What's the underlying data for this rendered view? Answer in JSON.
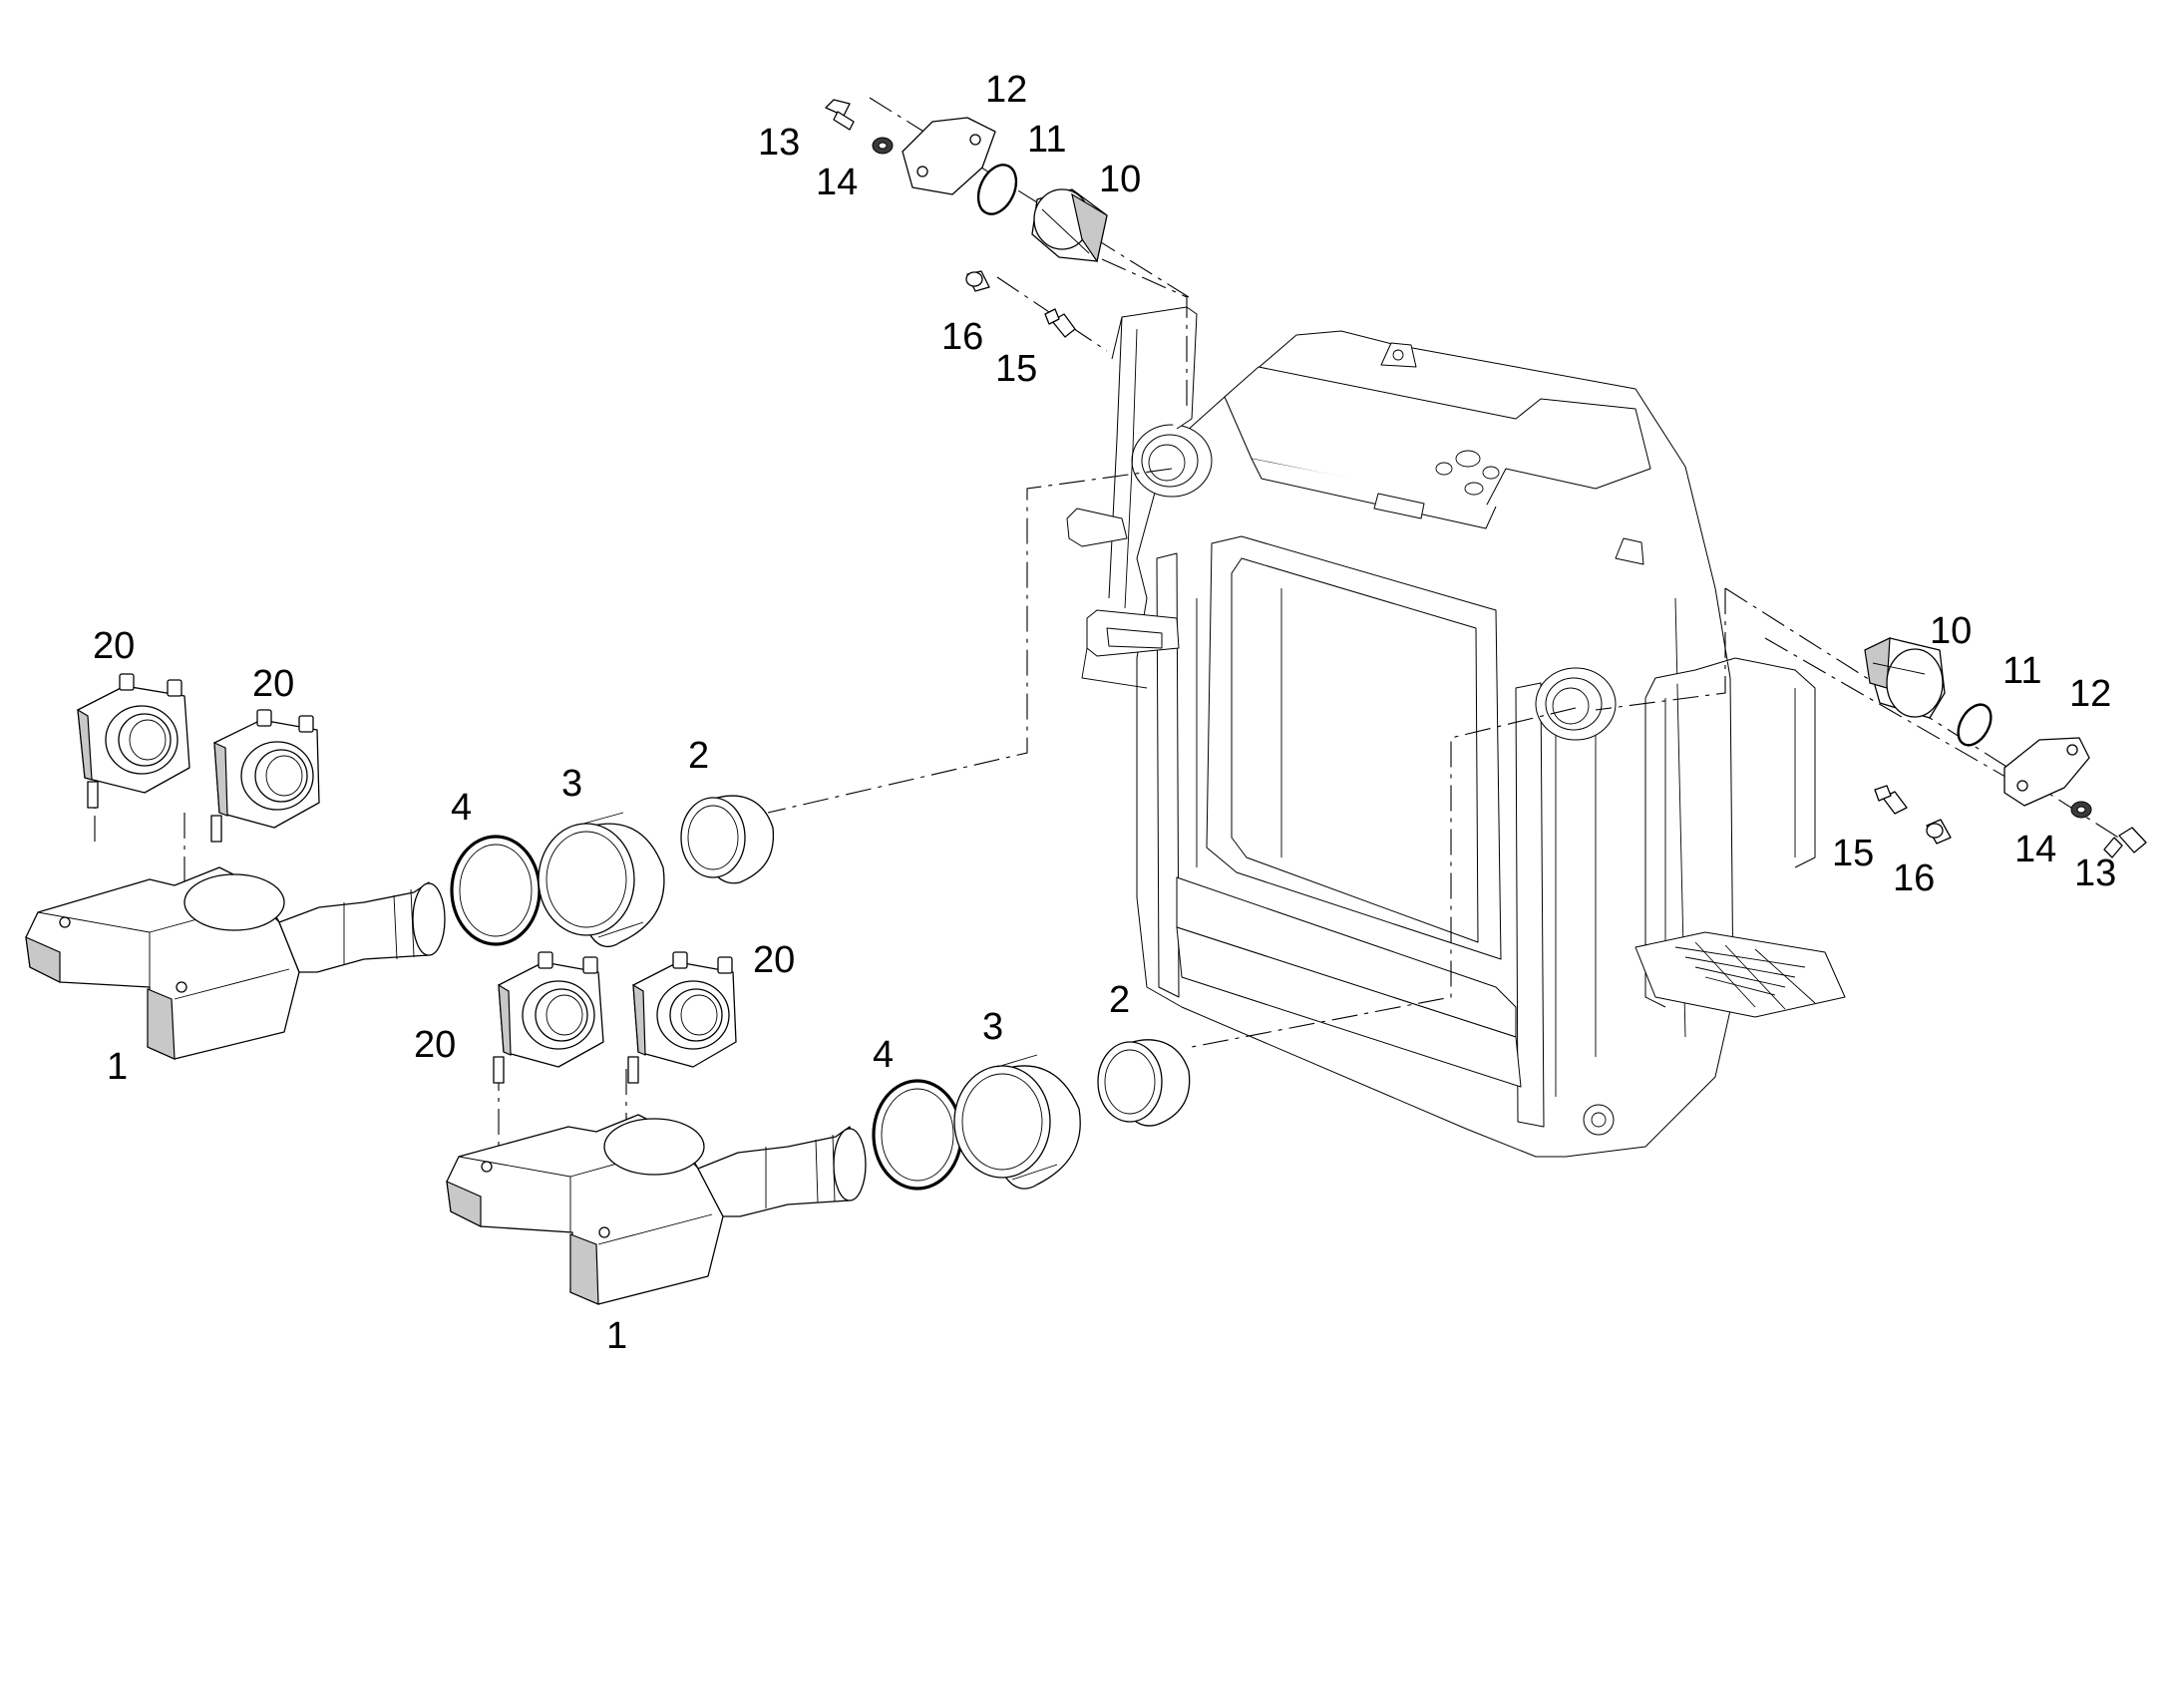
{
  "callouts": {
    "c_13a": "13",
    "c_14a": "14",
    "c_12a": "12",
    "c_11a": "11",
    "c_10a": "10",
    "c_16a": "16",
    "c_15a": "15",
    "c_10b": "10",
    "c_11b": "11",
    "c_12b": "12",
    "c_15b": "15",
    "c_16b": "16",
    "c_14b": "14",
    "c_13b": "13",
    "c_20a": "20",
    "c_20b": "20",
    "c_4a": "4",
    "c_3a": "3",
    "c_2a": "2",
    "c_1a": "1",
    "c_20c": "20",
    "c_20d": "20",
    "c_4b": "4",
    "c_3b": "3",
    "c_2b": "2",
    "c_1b": "1"
  },
  "colors": {
    "line": "#000000",
    "background": "#ffffff",
    "shade": "#c8c8c8"
  }
}
